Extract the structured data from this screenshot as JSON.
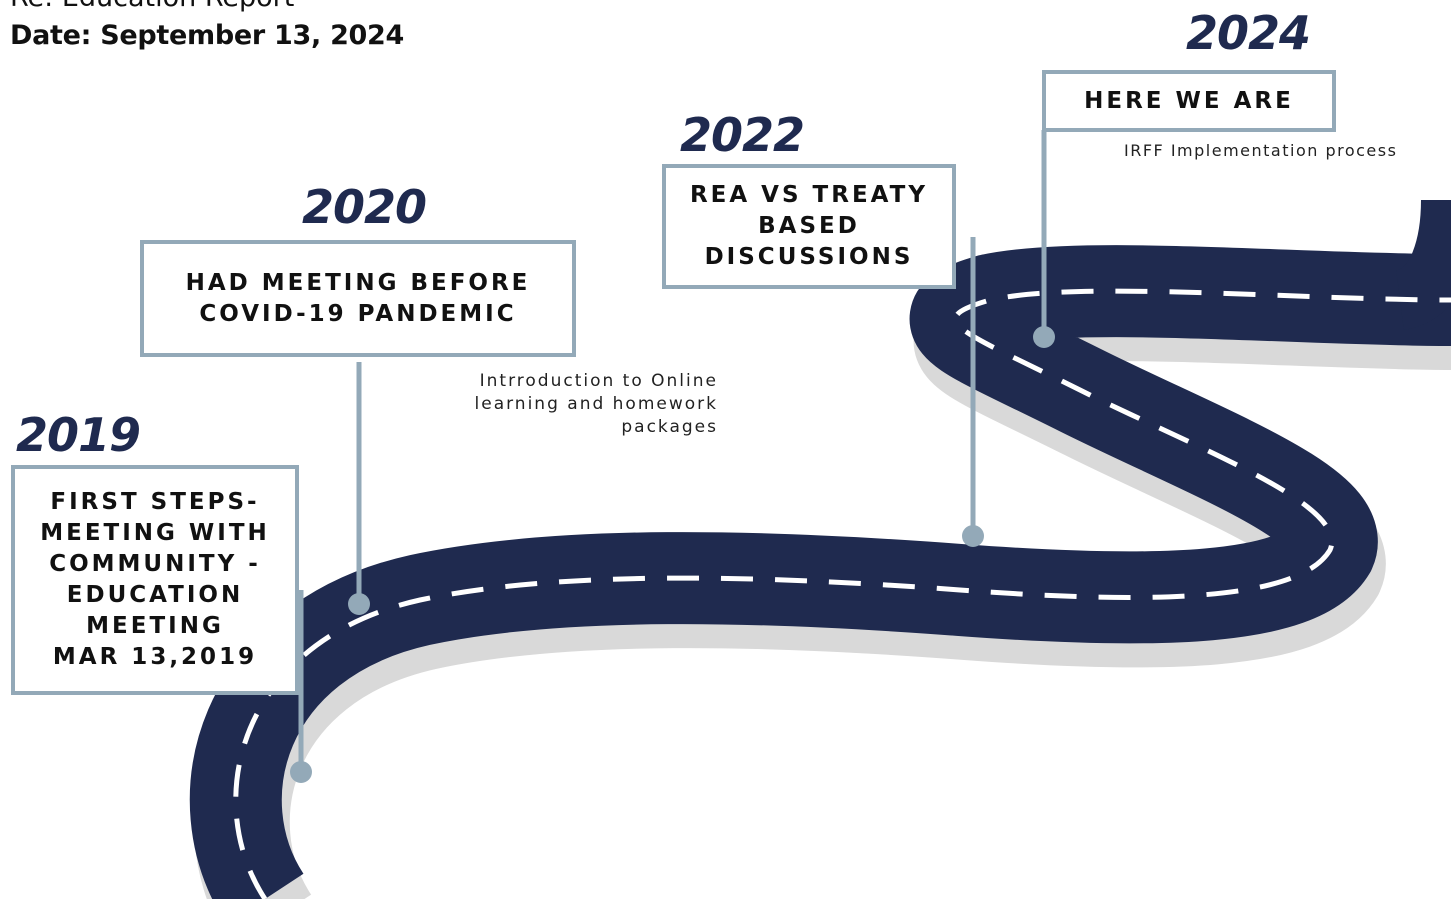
{
  "header": {
    "report_title": "Re: Education Report",
    "date": "Date: September 13, 2024"
  },
  "milestones": [
    {
      "year": "2019",
      "label": "FIRST STEPS-\nMEETING WITH\nCOMMUNITY -\nEDUCATION\nMEETING\nMAR 13,2019",
      "note": ""
    },
    {
      "year": "2020",
      "label": "HAD MEETING BEFORE\nCOVID-19 PANDEMIC",
      "note": "Intrroduction to Online\nlearning and homework\npackages"
    },
    {
      "year": "2022",
      "label": "REA VS TREATY\nBASED\nDISCUSSIONS",
      "note": ""
    },
    {
      "year": "2024",
      "label": "HERE WE ARE",
      "note": "IRFF Implementation process"
    }
  ],
  "colors": {
    "road": "#1f2a4f",
    "road_shadow": "#d9d9d9",
    "connector": "#93a9b8",
    "year_text": "#1f2a4f",
    "dash": "#ffffff"
  }
}
